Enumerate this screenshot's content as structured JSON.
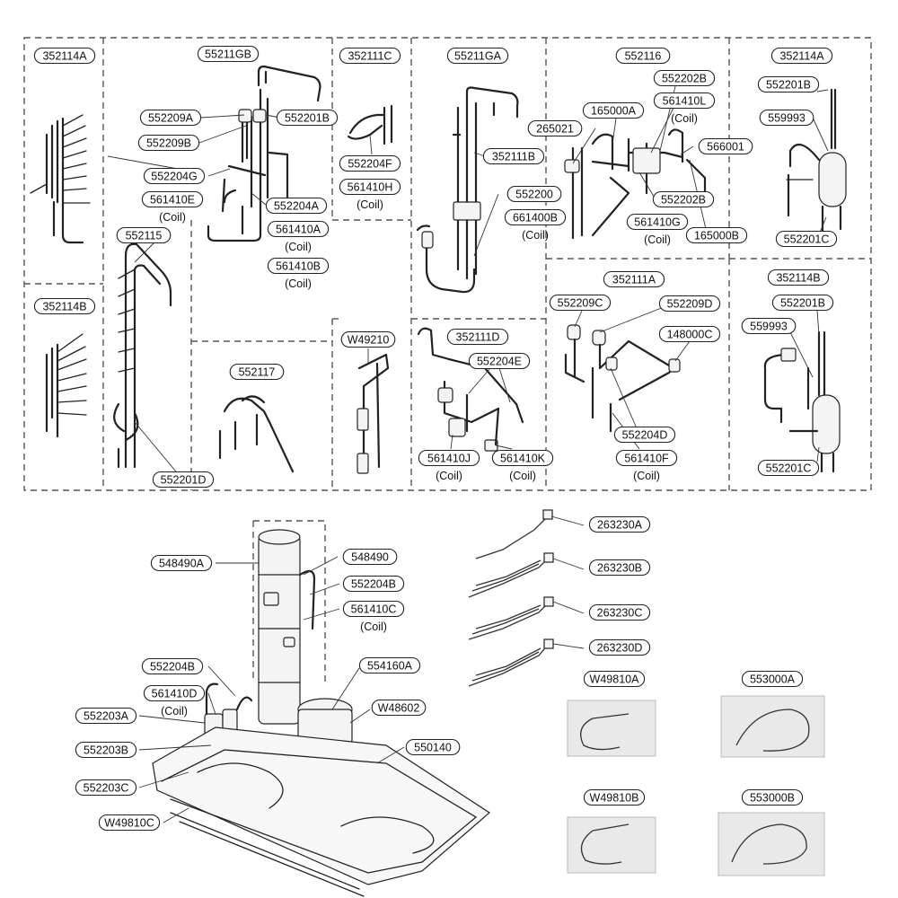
{
  "labels": [
    {
      "id": "352114A_l",
      "text": "352114A"
    },
    {
      "id": "55211GB",
      "text": "55211GB"
    },
    {
      "id": "352111C",
      "text": "352111C"
    },
    {
      "id": "55211GA",
      "text": "55211GA"
    },
    {
      "id": "552116",
      "text": "552116"
    },
    {
      "id": "352114A_r",
      "text": "352114A"
    },
    {
      "id": "552202B_t",
      "text": "552202B"
    },
    {
      "id": "552201B_r1",
      "text": "552201B"
    },
    {
      "id": "552209A",
      "text": "552209A"
    },
    {
      "id": "552201B_m",
      "text": "552201B"
    },
    {
      "id": "165000A",
      "text": "165000A"
    },
    {
      "id": "561410L",
      "text": "561410L",
      "coil": true
    },
    {
      "id": "265021",
      "text": "265021"
    },
    {
      "id": "559993_r1",
      "text": "559993"
    },
    {
      "id": "552209B",
      "text": "552209B"
    },
    {
      "id": "552204F",
      "text": "552204F"
    },
    {
      "id": "352111B",
      "text": "352111B"
    },
    {
      "id": "566001",
      "text": "566001"
    },
    {
      "id": "552204G",
      "text": "552204G"
    },
    {
      "id": "561410H",
      "text": "561410H",
      "coil": true
    },
    {
      "id": "561410E",
      "text": "561410E",
      "coil": true
    },
    {
      "id": "552200",
      "text": "552200"
    },
    {
      "id": "552202B_b",
      "text": "552202B"
    },
    {
      "id": "552204A",
      "text": "552204A"
    },
    {
      "id": "661400B",
      "text": "661400B",
      "coil": true
    },
    {
      "id": "561410G",
      "text": "561410G",
      "coil": true
    },
    {
      "id": "561410A",
      "text": "561410A",
      "coil": true
    },
    {
      "id": "165000B",
      "text": "165000B"
    },
    {
      "id": "552201C_r1",
      "text": "552201C"
    },
    {
      "id": "552115",
      "text": "552115"
    },
    {
      "id": "561410B",
      "text": "561410B",
      "coil": true
    },
    {
      "id": "352111A",
      "text": "352111A"
    },
    {
      "id": "352114B_r",
      "text": "352114B"
    },
    {
      "id": "352114B_l",
      "text": "352114B"
    },
    {
      "id": "552209C",
      "text": "552209C"
    },
    {
      "id": "552209D",
      "text": "552209D"
    },
    {
      "id": "552201B_r2",
      "text": "552201B"
    },
    {
      "id": "W49210",
      "text": "W49210"
    },
    {
      "id": "352111D",
      "text": "352111D"
    },
    {
      "id": "559993_r2",
      "text": "559993"
    },
    {
      "id": "148000C",
      "text": "148000C"
    },
    {
      "id": "552204E",
      "text": "552204E"
    },
    {
      "id": "552117",
      "text": "552117"
    },
    {
      "id": "552204D",
      "text": "552204D"
    },
    {
      "id": "561410J",
      "text": "561410J",
      "coil": true
    },
    {
      "id": "561410K",
      "text": "561410K",
      "coil": true
    },
    {
      "id": "561410F",
      "text": "561410F",
      "coil": true
    },
    {
      "id": "552201C_r2",
      "text": "552201C"
    },
    {
      "id": "552201D",
      "text": "552201D"
    },
    {
      "id": "263230A",
      "text": "263230A"
    },
    {
      "id": "548490A",
      "text": "548490A"
    },
    {
      "id": "548490",
      "text": "548490"
    },
    {
      "id": "263230B",
      "text": "263230B"
    },
    {
      "id": "552204B_t",
      "text": "552204B"
    },
    {
      "id": "561410C",
      "text": "561410C",
      "coil": true
    },
    {
      "id": "263230C",
      "text": "263230C"
    },
    {
      "id": "263230D",
      "text": "263230D"
    },
    {
      "id": "552204B_b",
      "text": "552204B"
    },
    {
      "id": "554160A",
      "text": "554160A"
    },
    {
      "id": "W49810A",
      "text": "W49810A"
    },
    {
      "id": "553000A",
      "text": "553000A"
    },
    {
      "id": "561410D",
      "text": "561410D",
      "coil": true
    },
    {
      "id": "W48602",
      "text": "W48602"
    },
    {
      "id": "552203A",
      "text": "552203A"
    },
    {
      "id": "550140",
      "text": "550140"
    },
    {
      "id": "552203B",
      "text": "552203B"
    },
    {
      "id": "552203C",
      "text": "552203C"
    },
    {
      "id": "W49810B",
      "text": "W49810B"
    },
    {
      "id": "553000B",
      "text": "553000B"
    },
    {
      "id": "W49810C",
      "text": "W49810C"
    }
  ],
  "coil_text": "(Coil)"
}
